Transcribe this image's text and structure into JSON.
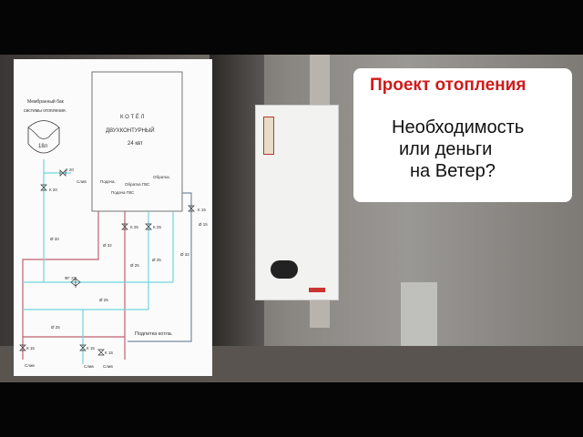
{
  "overlay": {
    "title": "Проект отопления",
    "lines": [
      "Необходимость",
      "или деньги",
      "на Ветер?"
    ]
  },
  "diagram": {
    "tank_label_1": "Мембранный бак",
    "tank_label_2": "системы отопления.",
    "tank_volume": "18л",
    "boiler_1": "К О Т Ё Л",
    "boiler_2": "ДВУХКОНТУРНЫЙ",
    "boiler_3": "24 квт",
    "podacha": "Подача.",
    "obratka_gvs": "Обратка ГВС",
    "podacha_gvs": "Подача ГВС",
    "obratka": "Обратка.",
    "k20a": "К 20",
    "k20b": "К 20",
    "sliv": "Слив",
    "k15a": "К 15",
    "d15": "Ø 15",
    "d20": "Ø 20",
    "d32a": "Ø 32",
    "k25a": "К 25",
    "k25b": "К 25",
    "d25a": "Ø 25",
    "d25b": "Ø 25",
    "d32b": "Ø 32",
    "fg32": "ФГ 32",
    "d25c": "Ø 25",
    "d25d": "Ø 25",
    "podpitka": "Подпитка котла.",
    "k15b": "К 15",
    "k15c": "К 15",
    "k15d": "К 15",
    "sliv2": "Слив",
    "sliv3": "Слив",
    "sliv4": "Слив"
  }
}
